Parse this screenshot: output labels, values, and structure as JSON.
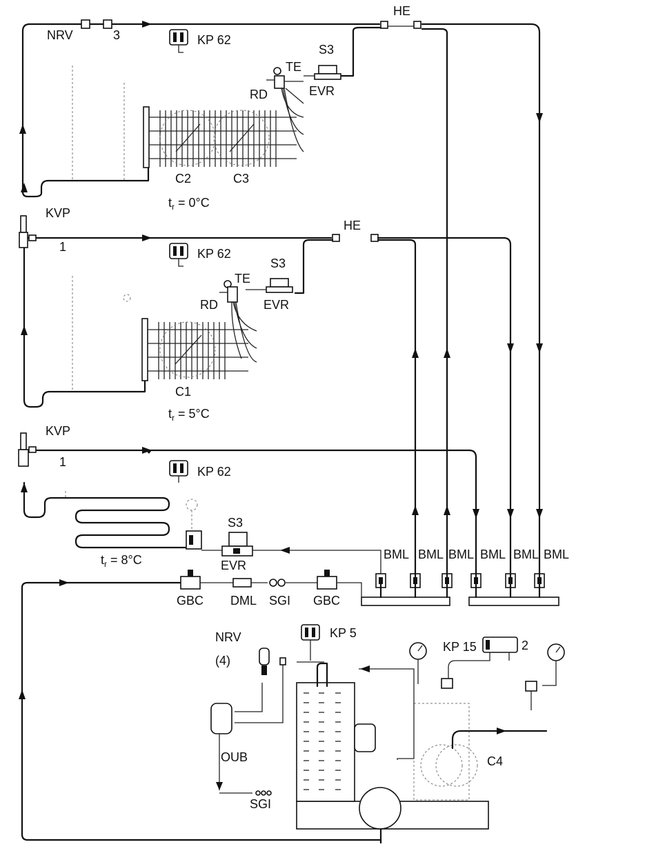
{
  "labels": {
    "nrv_top": "NRV",
    "num_3": "3",
    "he_top": "HE",
    "kp62_top": "KP 62",
    "s3_top": "S3",
    "te_top": "TE",
    "rd_top": "RD",
    "evr_top": "EVR",
    "c2": "C2",
    "c3": "C3",
    "tr_0": "t",
    "tr_0_sub": "r",
    "tr_0_val": " = 0°C",
    "kvp_mid": "KVP",
    "num_1_mid": "1",
    "he_mid": "HE",
    "kp62_mid": "KP 62",
    "s3_mid": "S3",
    "te_mid": "TE",
    "rd_mid": "RD",
    "evr_mid": "EVR",
    "c1": "C1",
    "tr_5": "t",
    "tr_5_sub": "r",
    "tr_5_val": " = 5°C",
    "kvp_low": "KVP",
    "num_1_low": "1",
    "kp62_low": "KP 62",
    "s3_low": "S3",
    "evr_low": "EVR",
    "tr_8": "t",
    "tr_8_sub": "r",
    "tr_8_val": " = 8°C",
    "bml_1": "BML",
    "bml_2": "BML",
    "bml_3": "BML",
    "bml_4": "BML",
    "bml_5": "BML",
    "bml_6": "BML",
    "gbc_left": "GBC",
    "dml": "DML",
    "sgi_mid": "SGI",
    "gbc_right": "GBC",
    "nrv_low": "NRV",
    "num_4": "(4)",
    "kp5": "KP 5",
    "kp15": "KP 15",
    "num_2": "2",
    "oub": "OUB",
    "sgi_low": "SGI",
    "c4": "C4"
  },
  "icons": [
    "pressure-switch-icon",
    "solenoid-valve-icon",
    "expansion-valve-icon",
    "fan-icon",
    "pressure-gauge-icon",
    "receiver-icon",
    "compressor-icon",
    "check-valve-icon"
  ]
}
